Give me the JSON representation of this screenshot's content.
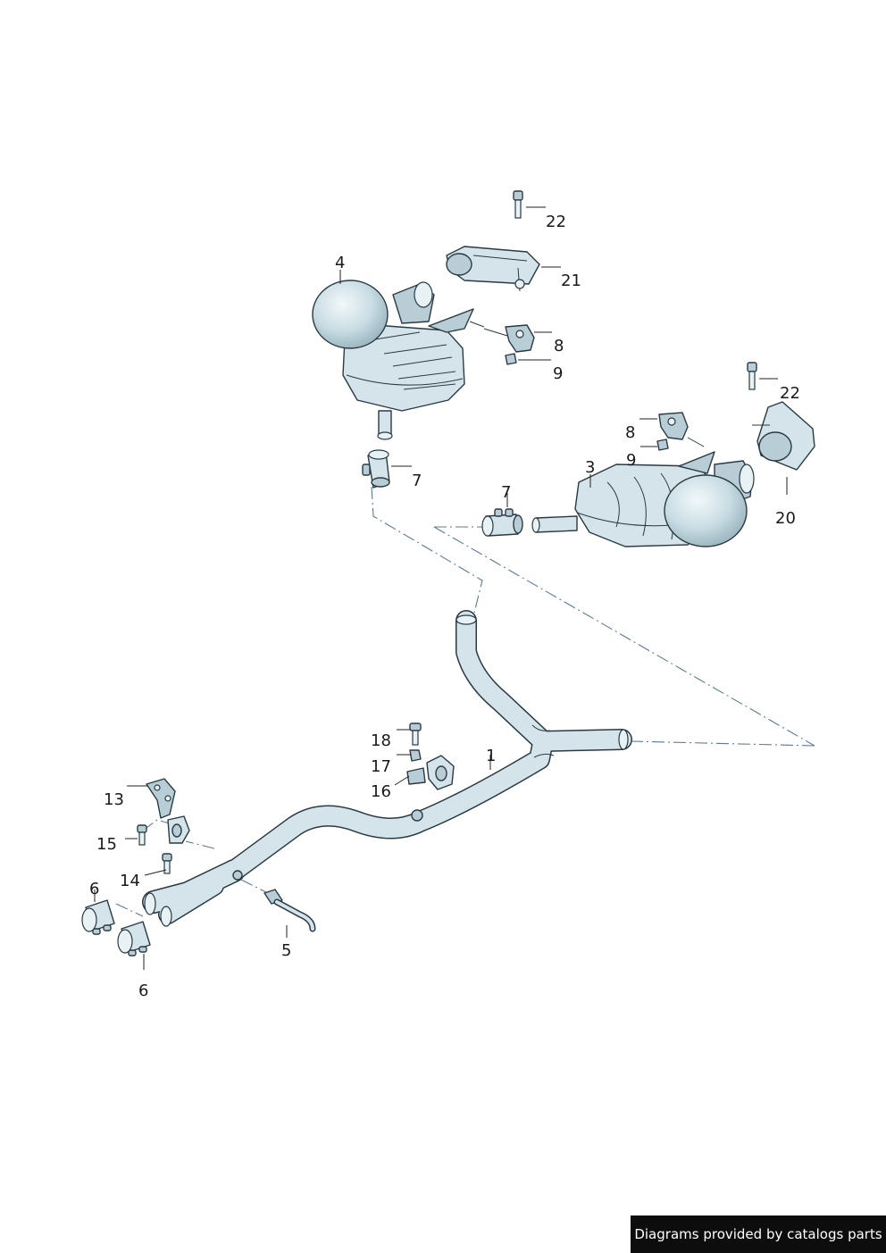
{
  "callouts": {
    "c1": "1",
    "c3": "3",
    "c4": "4",
    "c5": "5",
    "c6a": "6",
    "c6b": "6",
    "c7a": "7",
    "c7b": "7",
    "c8a": "8",
    "c8b": "8",
    "c9a": "9",
    "c9b": "9",
    "c13": "13",
    "c14": "14",
    "c15": "15",
    "c16": "16",
    "c17": "17",
    "c18": "18",
    "c20": "20",
    "c21": "21",
    "c22a": "22",
    "c22b": "22"
  },
  "footer": {
    "credit": "Diagrams provided by catalogs parts"
  },
  "colors": {
    "part_fill": "#d4e4ea",
    "part_shadow": "#b8cdd6",
    "outline": "#2a3a44",
    "guide_line": "#5a7a9a",
    "footer_bg": "#0d0d0d"
  }
}
